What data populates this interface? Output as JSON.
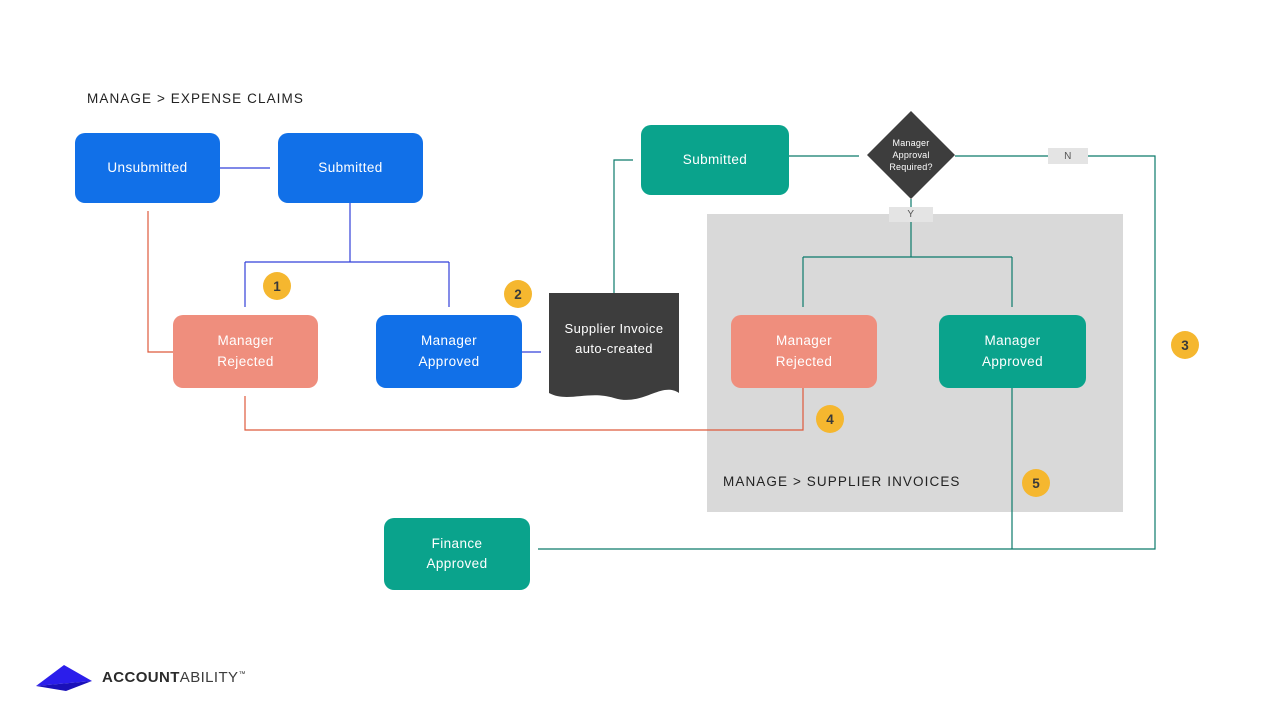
{
  "colors": {
    "blue": "#1170E8",
    "teal": "#0AA38C",
    "salmon": "#EF8E7D",
    "dark": "#3D3D3D",
    "panel": "#D9D9D9",
    "badge": "#F5B72F",
    "line-blue": "#3340D9",
    "line-red": "#DE5A3C",
    "line-teal": "#0C7A6B",
    "logo-blue": "#2B1EEB"
  },
  "titles": {
    "expense_claims": "MANAGE > EXPENSE CLAIMS",
    "supplier_invoices": "MANAGE > SUPPLIER INVOICES"
  },
  "nodes": {
    "unsubmitted": {
      "label": "Unsubmitted"
    },
    "submitted_ec": {
      "label": "Submitted"
    },
    "manager_rejected_ec": {
      "label": "Manager\nRejected"
    },
    "manager_approved_ec": {
      "label": "Manager\nApproved"
    },
    "supplier_invoice_doc": {
      "label": "Supplier Invoice\nauto-created"
    },
    "submitted_si": {
      "label": "Submitted"
    },
    "decision": {
      "label": "Manager\nApproval\nRequired?"
    },
    "manager_rejected_si": {
      "label": "Manager\nRejected"
    },
    "manager_approved_si": {
      "label": "Manager\nApproved"
    },
    "finance_approved": {
      "label": "Finance\nApproved"
    }
  },
  "decision_branches": {
    "no": "N",
    "yes": "Y"
  },
  "badges": [
    "1",
    "2",
    "3",
    "4",
    "5"
  ],
  "logo": {
    "bold": "ACCOUNT",
    "light": "ABILITY",
    "tm": "™"
  }
}
